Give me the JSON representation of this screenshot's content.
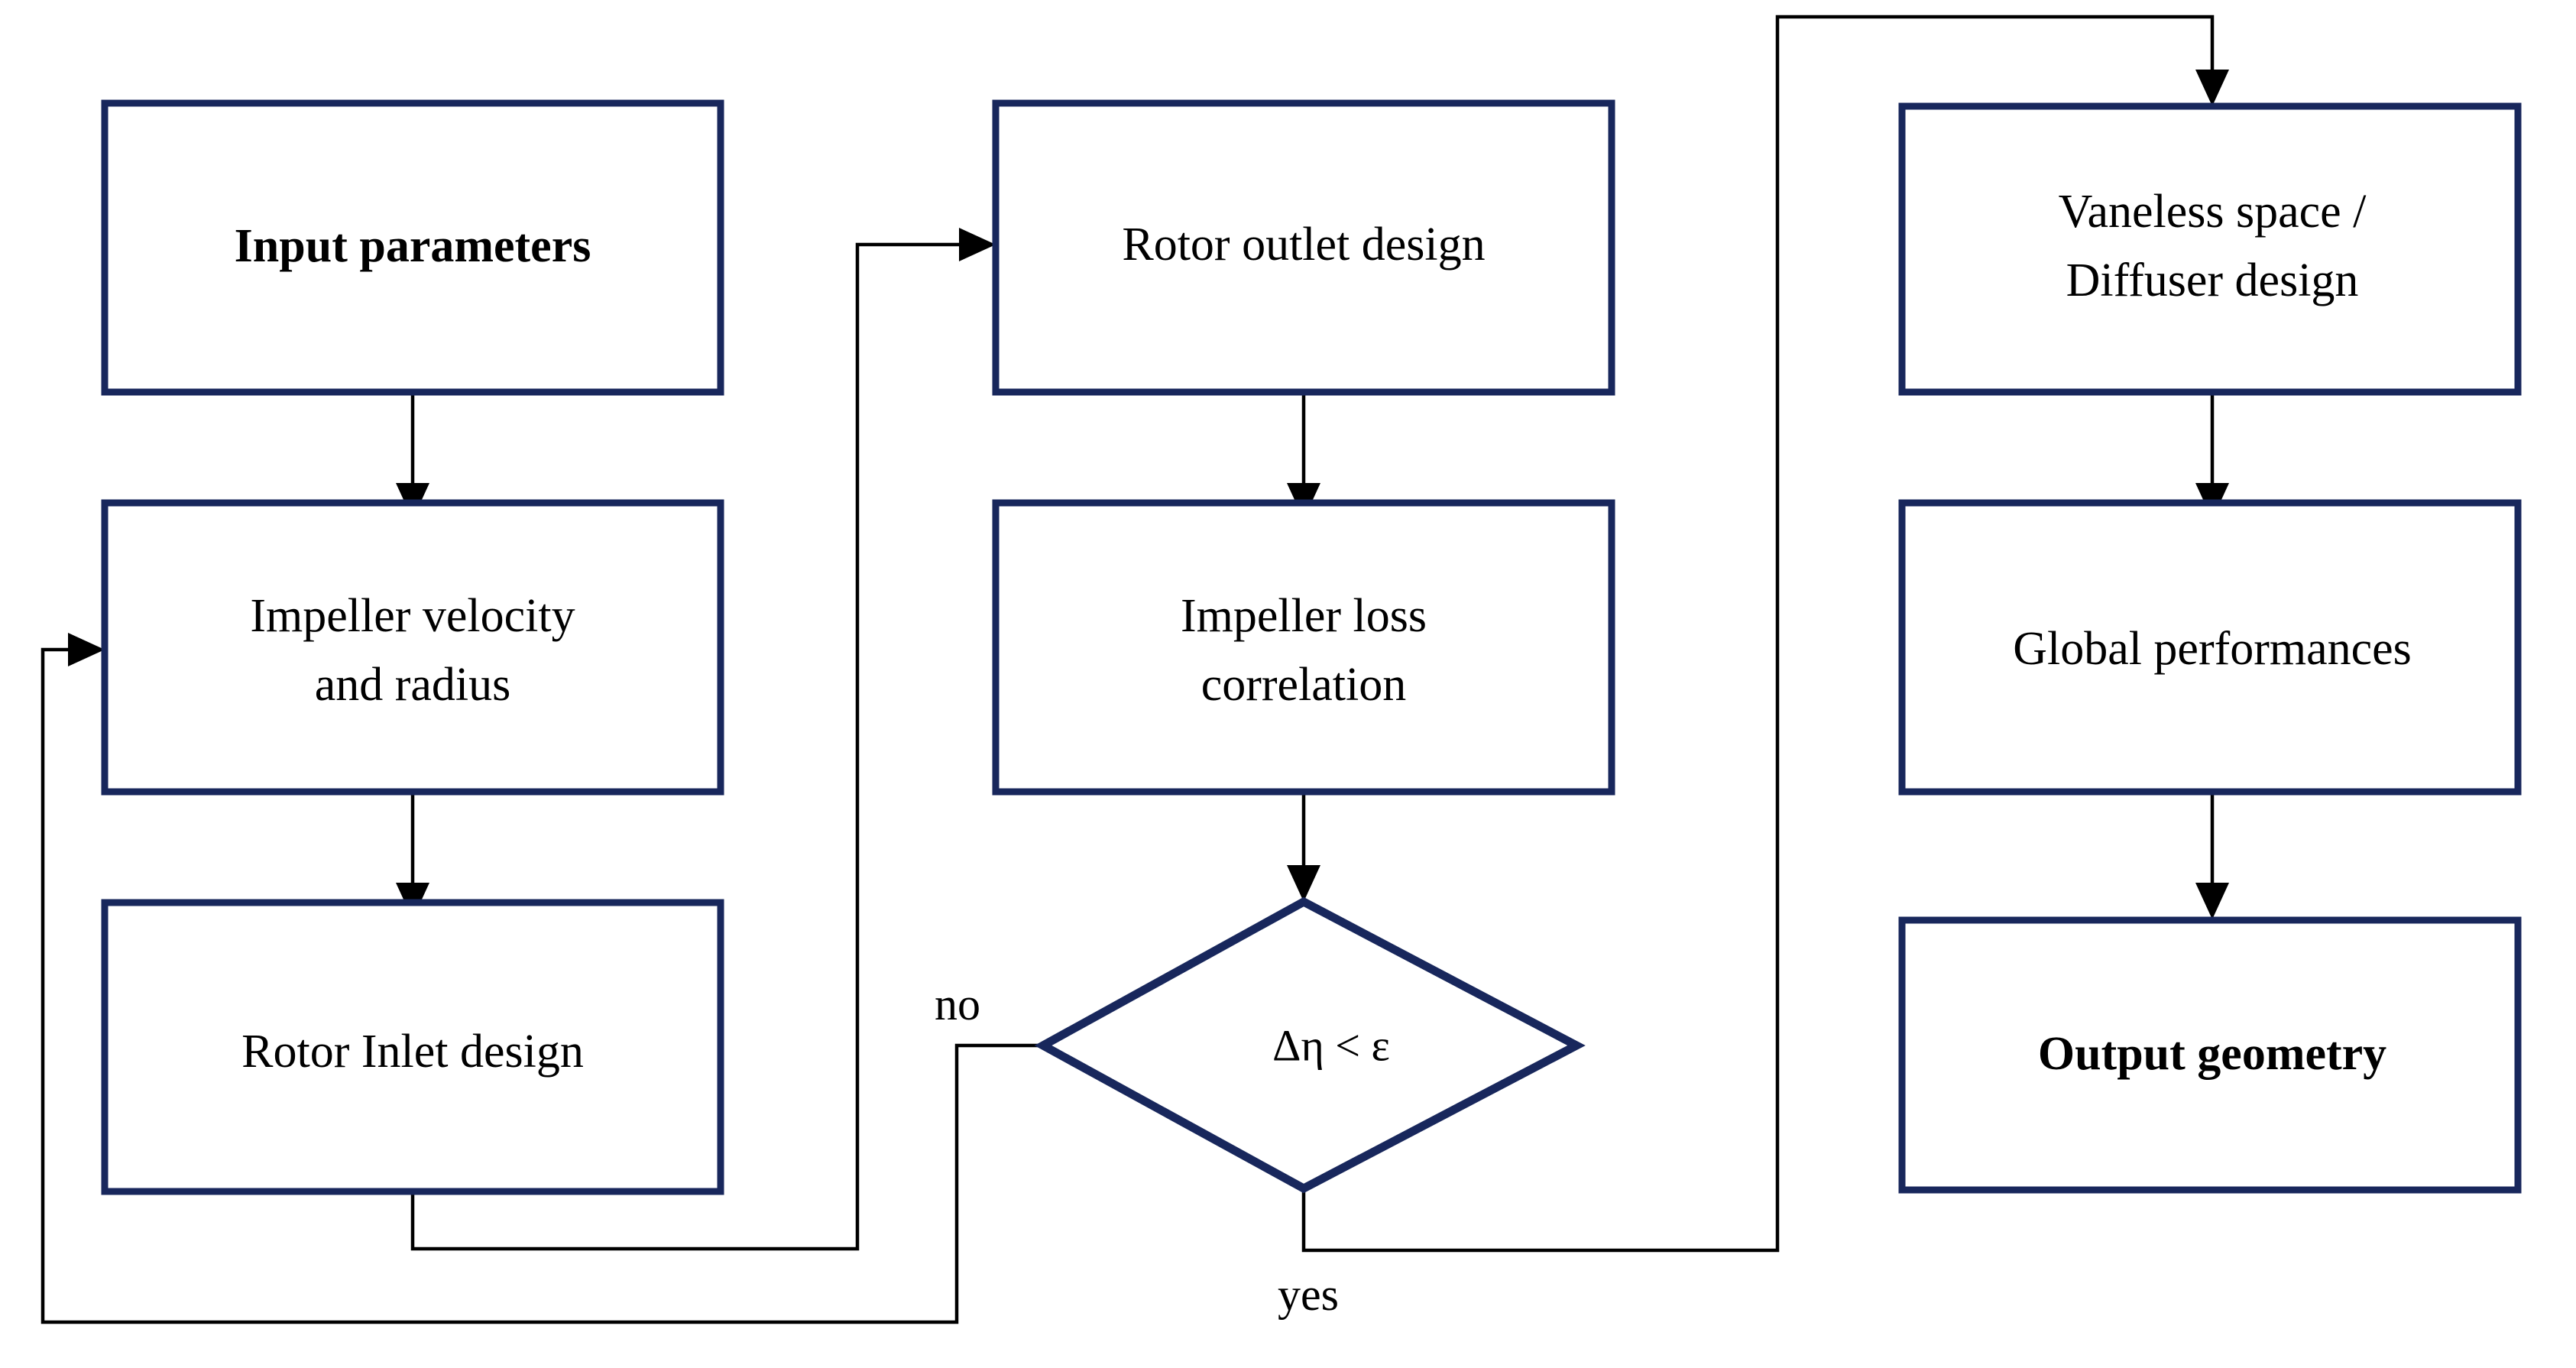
{
  "diagram": {
    "type": "flowchart",
    "title": "",
    "colors": {
      "node_border": "#18275c",
      "connector": "#000000",
      "background": "#ffffff",
      "text": "#000000"
    },
    "nodes": [
      {
        "id": "input-parameters",
        "shape": "rectangle",
        "bold": true,
        "lines": [
          "Input parameters"
        ],
        "column": "left",
        "row": 1
      },
      {
        "id": "impeller-velocity-radius",
        "shape": "rectangle",
        "bold": false,
        "lines": [
          "Impeller velocity",
          "and radius"
        ],
        "column": "left",
        "row": 2
      },
      {
        "id": "rotor-inlet-design",
        "shape": "rectangle",
        "bold": false,
        "lines": [
          "Rotor Inlet design"
        ],
        "column": "left",
        "row": 3
      },
      {
        "id": "rotor-outlet-design",
        "shape": "rectangle",
        "bold": false,
        "lines": [
          "Rotor outlet design"
        ],
        "column": "middle",
        "row": 1
      },
      {
        "id": "impeller-loss-correlation",
        "shape": "rectangle",
        "bold": false,
        "lines": [
          "Impeller loss",
          "correlation"
        ],
        "column": "middle",
        "row": 2
      },
      {
        "id": "convergence-decision",
        "shape": "diamond",
        "bold": false,
        "lines": [
          "Δη < ε"
        ],
        "column": "middle",
        "row": 3
      },
      {
        "id": "vaneless-diffuser-design",
        "shape": "rectangle",
        "bold": false,
        "lines": [
          "Vaneless space /",
          "Diffuser design"
        ],
        "column": "right",
        "row": 1
      },
      {
        "id": "global-performances",
        "shape": "rectangle",
        "bold": false,
        "lines": [
          "Global performances"
        ],
        "column": "right",
        "row": 2
      },
      {
        "id": "output-geometry",
        "shape": "rectangle",
        "bold": true,
        "lines": [
          "Output geometry"
        ],
        "column": "right",
        "row": 3
      }
    ],
    "edge_labels": [
      {
        "id": "no-label",
        "text": "no"
      },
      {
        "id": "yes-label",
        "text": "yes"
      }
    ],
    "edges": [
      {
        "from": "input-parameters",
        "to": "impeller-velocity-radius",
        "label": ""
      },
      {
        "from": "impeller-velocity-radius",
        "to": "rotor-inlet-design",
        "label": ""
      },
      {
        "from": "rotor-inlet-design",
        "to": "rotor-outlet-design",
        "label": ""
      },
      {
        "from": "rotor-outlet-design",
        "to": "impeller-loss-correlation",
        "label": ""
      },
      {
        "from": "impeller-loss-correlation",
        "to": "convergence-decision",
        "label": ""
      },
      {
        "from": "convergence-decision",
        "to": "impeller-velocity-radius",
        "label": "no"
      },
      {
        "from": "convergence-decision",
        "to": "vaneless-diffuser-design",
        "label": "yes"
      },
      {
        "from": "vaneless-diffuser-design",
        "to": "global-performances",
        "label": ""
      },
      {
        "from": "global-performances",
        "to": "output-geometry",
        "label": ""
      }
    ]
  }
}
